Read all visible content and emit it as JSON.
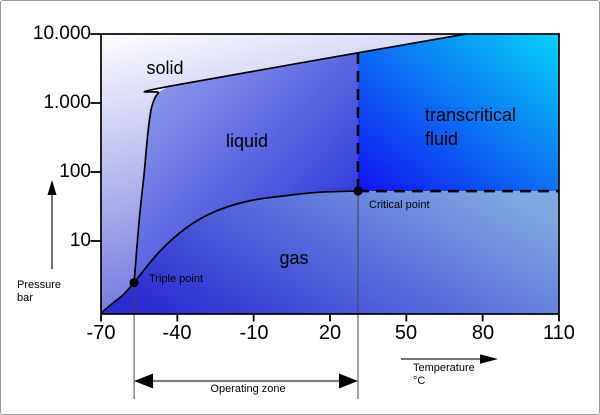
{
  "chart_data": {
    "type": "area",
    "subtype": "pressure-temperature-phase-diagram",
    "x_axis": {
      "label": "Temperature",
      "unit": "°C",
      "scale": "linear",
      "range": [
        -70,
        110
      ],
      "ticks": [
        -70,
        -40,
        -10,
        20,
        50,
        80,
        110
      ]
    },
    "y_axis": {
      "label": "Pressure",
      "unit": "bar",
      "scale": "log",
      "range": [
        0.875,
        10000
      ],
      "tick_labels": [
        "10.000",
        "1.000",
        "100",
        "10"
      ],
      "tick_values": [
        10000,
        1000,
        100,
        10
      ]
    },
    "regions": [
      {
        "name": "solid",
        "label": "solid"
      },
      {
        "name": "liquid",
        "label": "liquid"
      },
      {
        "name": "gas",
        "label": "gas"
      },
      {
        "name": "transcritical-fluid",
        "label_line1": "transcritical",
        "label_line2": "fluid"
      }
    ],
    "curves": {
      "sublimation": [
        [
          -70,
          0.9
        ],
        [
          -66,
          1.2
        ],
        [
          -61,
          1.7
        ],
        [
          -57,
          2.5
        ]
      ],
      "melting": [
        [
          -57,
          2.5
        ],
        [
          -55,
          20
        ],
        [
          -53,
          100
        ],
        [
          -51.5,
          390
        ],
        [
          -50,
          900
        ],
        [
          -47.5,
          1400
        ],
        [
          -43,
          1750
        ],
        [
          73.5,
          10000
        ]
      ],
      "vaporization": [
        [
          -57,
          2.5
        ],
        [
          -47,
          7
        ],
        [
          -37,
          15
        ],
        [
          -26,
          26
        ],
        [
          -12,
          38
        ],
        [
          4,
          46
        ],
        [
          16,
          51
        ],
        [
          31,
          53
        ]
      ]
    },
    "points": {
      "triple": {
        "t": -57,
        "p": 2.5,
        "label": "Triple point"
      },
      "critical": {
        "t": 31,
        "p": 53,
        "label": "Critical point"
      }
    },
    "boundaries": {
      "critical_isotherm_t": 31,
      "critical_isobar_p": 53
    },
    "operating_zone": {
      "t_from": -57,
      "t_to": 31,
      "label": "Operating zone"
    }
  },
  "colors": {
    "solid_light": "#ffffff",
    "solid_dark": "#6a6edd",
    "liquid_light": "#9aa6ec",
    "liquid_dark": "#1c24d6",
    "gas_dark": "#2b2bd2",
    "gas_light": "#80a8e2",
    "transcritical_dark": "#1212f0",
    "transcritical_light": "#06d2f8",
    "curve_line": "#000000",
    "guide_line": "#444444",
    "operating_arrow": "#808080"
  }
}
